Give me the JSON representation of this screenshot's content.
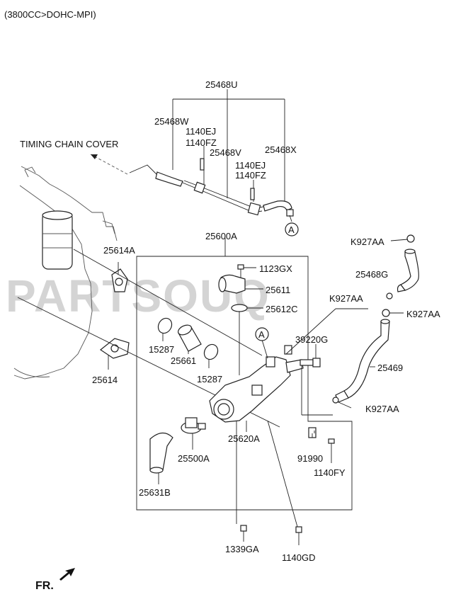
{
  "header": {
    "engine": "(3800CC>DOHC-MPI)"
  },
  "watermark": "PARTSOUQ",
  "direction": {
    "label": "FR."
  },
  "callouts": {
    "circle_label": "A"
  },
  "labels": {
    "p25468U": "25468U",
    "p25468W": "25468W",
    "p1140EJ_a": "1140EJ",
    "p1140FZ_a": "1140FZ",
    "p25468V": "25468V",
    "p1140EJ_b": "1140EJ",
    "p1140FZ_b": "1140FZ",
    "p25468X": "25468X",
    "timing": "TIMING CHAIN COVER",
    "p25600A": "25600A",
    "pK927AA_1": "K927AA",
    "p25614A": "25614A",
    "p1123GX": "1123GX",
    "p25468G": "25468G",
    "p25611": "25611",
    "pK927AA_2": "K927AA",
    "p25612C": "25612C",
    "pK927AA_3": "K927AA",
    "p39220G": "39220G",
    "p15287_a": "15287",
    "p25661": "25661",
    "p15287_b": "15287",
    "p25469": "25469",
    "p25614": "25614",
    "pK927AA_4": "K927AA",
    "p25620A": "25620A",
    "p25500A": "25500A",
    "p91990": "91990",
    "p1140FY": "1140FY",
    "p25631B": "25631B",
    "p1339GA": "1339GA",
    "p1140GD": "1140GD"
  },
  "colors": {
    "line": "#222222",
    "watermark": "#d4d4d4",
    "background": "#ffffff"
  }
}
